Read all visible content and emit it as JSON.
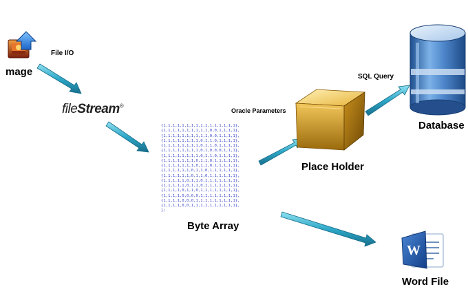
{
  "nodes": {
    "image": "mage",
    "file_io": "File I/O",
    "filestream_file": "file",
    "filestream_stream": "Stream",
    "filestream_mark": "®",
    "oracle_parameters": "Oracle Parameters",
    "byte_array": "Byte Array",
    "place_holder": "Place Holder",
    "sql_query": "SQL Query",
    "database": "Database",
    "word_file": "Word File"
  },
  "byte_lines": [
    "{1,1,1,1,1,1,1,1,1,1,1,1,1,1,1,1},",
    "{1,1,1,1,1,1,1,1,1,1,0,0,1,1,1,1},",
    "{1,1,1,1,1,1,1,1,1,1,0,0,1,1,1,1},",
    "{1,1,1,1,1,1,1,1,0,1,1,0,1,1,1,1},",
    "{1,1,1,1,1,1,1,1,0,1,1,0,1,1,1,1},",
    "{1,1,1,1,1,1,1,1,0,1,0,0,0,1,1,1},",
    "{1,1,1,1,1,1,1,1,0,1,1,0,1,1,1,1},",
    "{1,1,1,1,1,1,1,0,1,1,0,1,1,1,1,1},",
    "{1,1,1,1,1,1,1,0,1,1,0,1,1,1,1,1},",
    "{1,1,1,1,1,1,0,1,1,0,1,1,1,1,1,1},",
    "{1,1,1,1,1,1,0,1,1,0,1,1,1,1,1,1},",
    "{1,1,1,1,1,0,1,1,0,1,1,1,1,1,1,1},",
    "{1,1,1,1,1,0,1,1,0,1,1,1,1,1,1,1},",
    "{1,1,1,1,0,1,1,0,1,1,1,1,1,1,1,1},",
    "{1,1,1,1,0,0,0,0,1,1,1,1,1,1,1,1},",
    "{1,1,1,1,0,0,0,1,1,1,1,1,1,1,1,1},",
    "{1,1,1,1,0,0,1,1,1,1,1,1,1,1,1,1},",
    "};"
  ],
  "colors": {
    "arrow": "#2aa6c4",
    "cube": "#d9a21f",
    "database": "#3f74b8",
    "word": "#1f57a6",
    "bytes": "#3b49c8"
  },
  "icons": [
    "image-icon",
    "upload-arrow-icon",
    "gold-cube-icon",
    "database-icon",
    "word-document-icon"
  ]
}
